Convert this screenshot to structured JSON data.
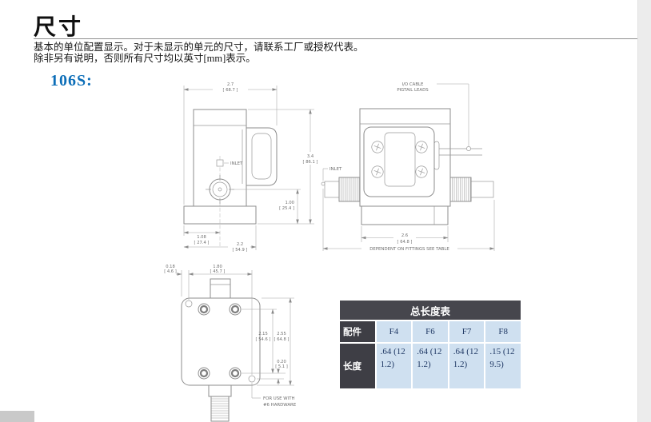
{
  "page": {
    "title": "尺寸",
    "intro": [
      "基本的单位配置显示。对于未显示的单元的尺寸，请联系工厂或授权代表。",
      "除非另有说明，否则所有尺寸均以英寸[mm]表示。"
    ],
    "model": "106S:",
    "accent_color": "#0c6eb8"
  },
  "side_view": {
    "width_in": "2.7",
    "width_mm": "[ 68.7 ]",
    "height_in": "3.4",
    "height_mm": "[ 86.1 ]",
    "inlet_h_in": "1.00",
    "inlet_h_mm": "[ 25.4 ]",
    "inlet_x_in": "1.08",
    "inlet_x_mm": "[ 27.4 ]",
    "base_in": "2.2",
    "base_mm": "[ 54.9 ]",
    "inlet_label": "INLET"
  },
  "front_view": {
    "io_cable_1": "I/O CABLE",
    "io_cable_2": "PIGTAIL LEADS",
    "inlet_label": "INLET",
    "width_in": "2.6",
    "width_mm": "[ 64.8 ]",
    "fittings_note": "DEPENDENT ON FITTINGS   SEE TABLE"
  },
  "bottom_view": {
    "edge_in": "0.18",
    "edge_mm": "[ 4.6 ]",
    "hole_span_in": "1.80",
    "hole_span_mm": "[ 45.7 ]",
    "screw_span_in": "2.15",
    "screw_span_mm": "[ 54.6 ]",
    "plate_in": "2.55",
    "plate_mm": "[ 64.8 ]",
    "ear_in": "0.20",
    "ear_mm": "[ 5.1 ]",
    "hw_note_1": "FOR USE WITH",
    "hw_note_2": "#6 HARDWARE"
  },
  "length_table": {
    "title": "总长度表",
    "fitting_label": "配件",
    "length_label": "长度",
    "fittings": [
      "F4",
      "F6",
      "F7",
      "F8"
    ],
    "lengths": [
      ".64 (121.2)",
      ".64 (121.2)",
      ".64 (121.2)",
      ".15 (129.5)"
    ]
  }
}
